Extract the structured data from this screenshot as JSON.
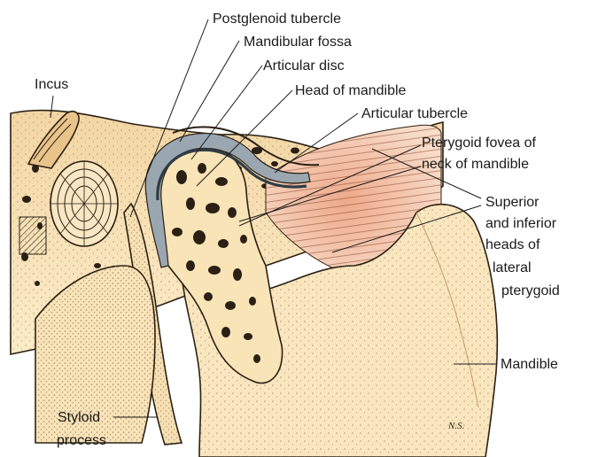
{
  "labels": {
    "postglenoid_tubercle": "Postglenoid tubercle",
    "mandibular_fossa": "Mandibular fossa",
    "articular_disc": "Articular disc",
    "head_of_mandible": "Head of mandible",
    "articular_tubercle": "Articular tubercle",
    "incus": "Incus",
    "pterygoid_fovea_line1": "Pterygoid fovea of",
    "pterygoid_fovea_line2": "neck of mandible",
    "lateral_pterygoid_line1": "Superior",
    "lateral_pterygoid_line2": "and inferior",
    "lateral_pterygoid_line3": "heads of",
    "lateral_pterygoid_line4": "lateral",
    "lateral_pterygoid_line5": "pterygoid",
    "mandible": "Mandible",
    "styloid_line1": "Styloid",
    "styloid_line2": "process"
  },
  "signature": "N.S.",
  "colors": {
    "bone": "#f6deb0",
    "bone_light": "#fbecc9",
    "bone_shadow": "#e7c48a",
    "disc": "#9aa7b0",
    "disc_dark": "#51606b",
    "cartilage": "#c9d2d8",
    "muscle": "#f0b79a",
    "muscle_light": "#f7d3bf",
    "ink": "#2a2014"
  }
}
